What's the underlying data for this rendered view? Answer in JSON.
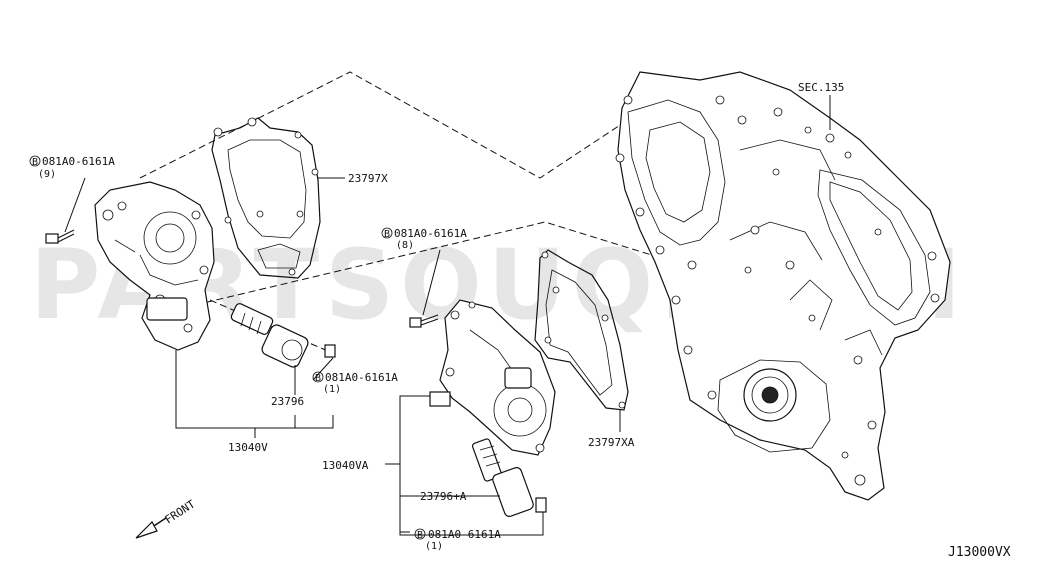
{
  "watermark": "PARTSOUQ.COM",
  "diagram_code": "J13000VX",
  "front_label": "FRONT",
  "bolt_symbol": "B",
  "labels": {
    "sec": "SEC.135",
    "gasket_left": "23797X",
    "gasket_right": "23797XA",
    "bolt_top_left": "081A0-6161A",
    "bolt_top_left_qty": "(9)",
    "bolt_middle": "081A0-6161A",
    "bolt_middle_qty": "(8)",
    "bolt_solenoid_left": "081A0-6161A",
    "bolt_solenoid_left_qty": "(1)",
    "bolt_bottom": "081A0-6161A",
    "bolt_bottom_qty": "(1)",
    "solenoid_left": "23796",
    "cover_assy_left": "13040V",
    "cover_assy_right": "13040VA",
    "solenoid_right": "23796+A"
  }
}
